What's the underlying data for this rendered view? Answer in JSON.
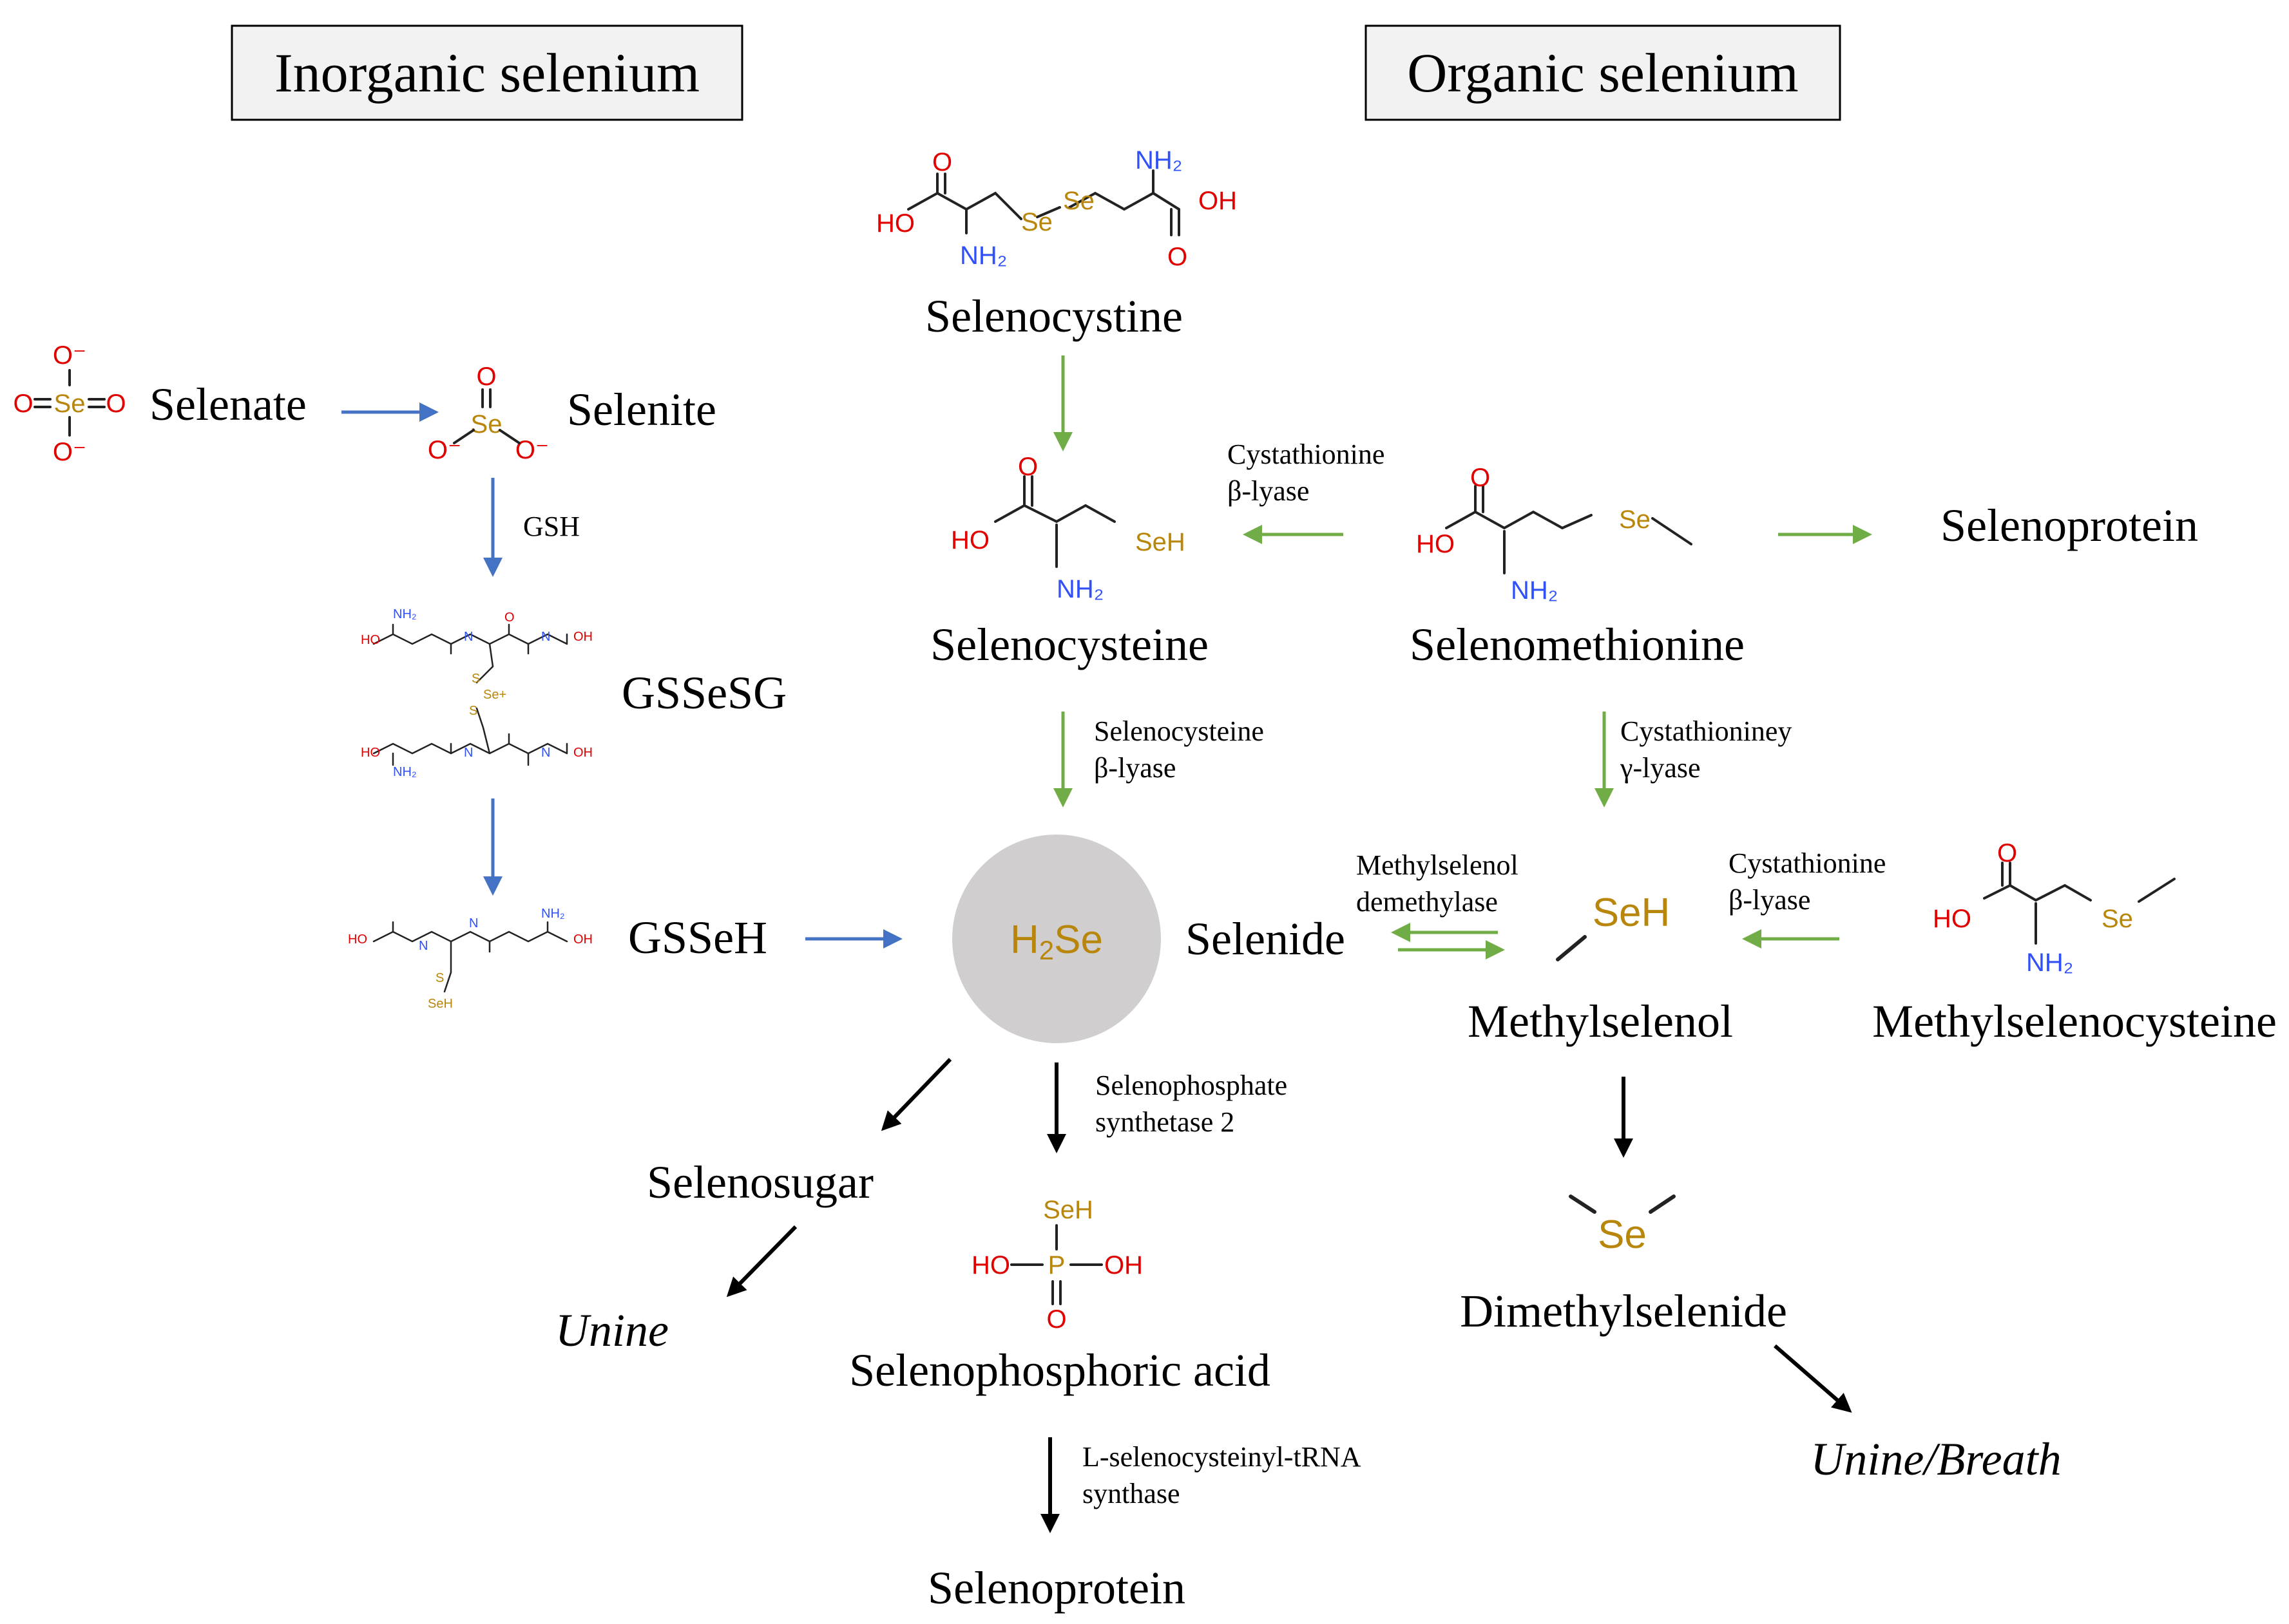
{
  "colors": {
    "inorganic_arrow": "#4472C4",
    "organic_arrow": "#70AD47",
    "excretion_arrow": "#000000",
    "selenium_atom": "#B8860B",
    "oxygen_atom": "#E00000",
    "nitrogen_atom": "#3050F8",
    "h2se_circle": "#D0CECE"
  },
  "headers": {
    "inorganic": "Inorganic selenium",
    "organic": "Organic selenium"
  },
  "compounds": {
    "selenate": "Selenate",
    "selenite": "Selenite",
    "gssesg": "GSSeSG",
    "gsseh": "GSSeH",
    "selenocystine": "Selenocystine",
    "selenocysteine": "Selenocysteine",
    "selenomethionine": "Selenomethionine",
    "selenoprotein_organic": "Selenoprotein",
    "selenide": "Selenide",
    "methylselenol": "Methylselenol",
    "methylselenocysteine": "Methylselenocysteine",
    "selenosugar": "Selenosugar",
    "selenophosphoric_acid": "Selenophosphoric acid",
    "dimethylselenide": "Dimethylselenide",
    "selenoprotein_final": "Selenoprotein"
  },
  "h2se": {
    "main": "H",
    "sub": "2",
    "tail": "Se"
  },
  "excretion": {
    "urine": "Unine",
    "urine_breath": "Unine/Breath"
  },
  "enzymes": {
    "gsh": "GSH",
    "cystathionine_beta_lyase_1": [
      "Cystathionine",
      "β-lyase"
    ],
    "selenocysteine_beta_lyase": [
      "Selenocysteine",
      "β-lyase"
    ],
    "cystathioniney_gamma_lyase": [
      "Cystathioniney",
      "γ-lyase"
    ],
    "methylselenol_demethylase": [
      "Methylselenol",
      "demethylase"
    ],
    "cystathionine_beta_lyase_2": [
      "Cystathionine",
      "β-lyase"
    ],
    "selenophosphate_synthetase": [
      "Selenophosphate",
      "synthetase 2"
    ],
    "sec_trna_synthase": [
      "L-selenocysteinyl-tRNA",
      "synthase"
    ]
  },
  "atoms": {
    "se": "Se",
    "seh": "SeH",
    "o": "O",
    "o_minus": "O⁻",
    "ho": "HO",
    "oh": "OH",
    "nh2": "NH₂",
    "p": "P",
    "n": "N",
    "s": "S",
    "se_plus": "Se+"
  }
}
